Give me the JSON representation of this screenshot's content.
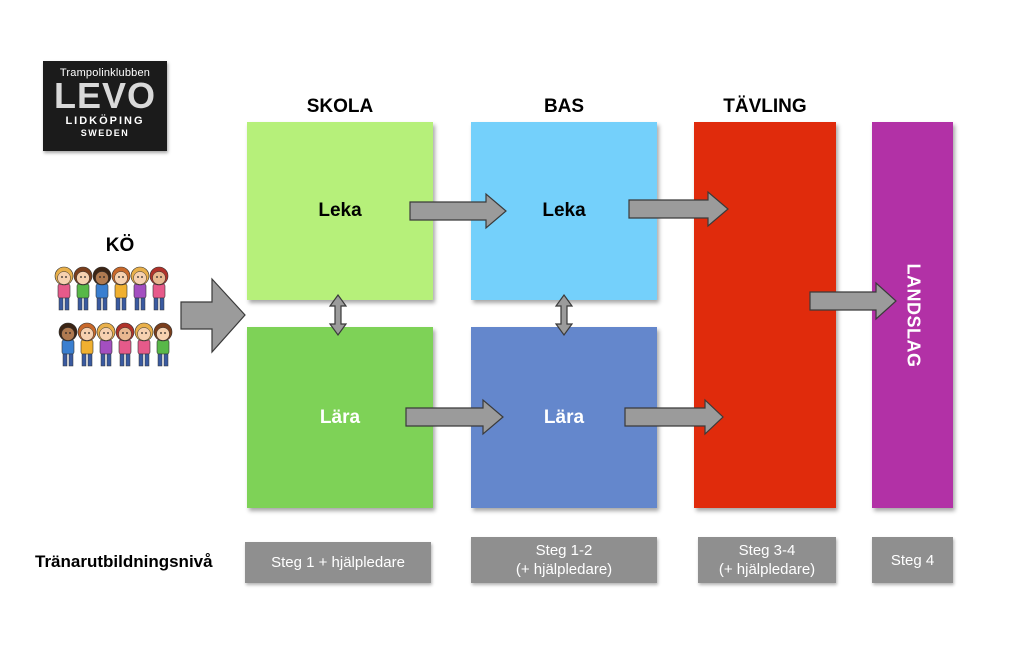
{
  "logo": {
    "line1": "Trampolinklubben",
    "line2": "LEVO",
    "line3": "LIDKÖPING",
    "line4": "SWEDEN"
  },
  "headings": {
    "skola": "SKOLA",
    "bas": "BAS",
    "tavling": "TÄVLING",
    "ko": "KÖ"
  },
  "boxes": {
    "skola_leka": {
      "label": "Leka",
      "color": "#b6f07a"
    },
    "skola_lara": {
      "label": "Lära",
      "color": "#7ed257"
    },
    "bas_leka": {
      "label": "Leka",
      "color": "#74d0fb"
    },
    "bas_lara": {
      "label": "Lära",
      "color": "#6487cc"
    },
    "tavling": {
      "label": "",
      "color": "#e02b0c"
    },
    "landslag": {
      "label": "LANDSLAG",
      "color": "#b231a6"
    }
  },
  "trainer_level": {
    "label": "Tränarutbildningsnivå",
    "steps": [
      {
        "line1": "Steg 1 + hjälpledare",
        "line2": ""
      },
      {
        "line1": "Steg 1-2",
        "line2": "(+ hjälpledare)"
      },
      {
        "line1": "Steg 3-4",
        "line2": "(+ hjälpledare)"
      },
      {
        "line1": "Steg 4",
        "line2": ""
      }
    ]
  },
  "colors": {
    "arrow_fill": "#9b9b9b",
    "arrow_stroke": "#3a3a3a",
    "step_bg": "#8f8f8f"
  },
  "icons": {
    "queue": "children-group-icon"
  }
}
